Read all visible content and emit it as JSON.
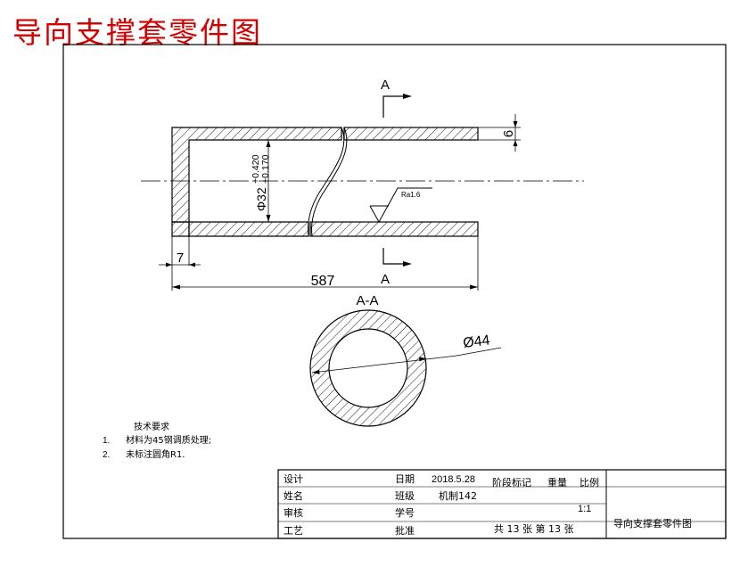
{
  "page_title": "导向支撑套零件图",
  "colors": {
    "title": "#d40000",
    "line": "#000000",
    "background": "#ffffff"
  },
  "section_label": "A",
  "section_view_title": "A-A",
  "dimensions": {
    "length": "587",
    "wall": "6",
    "end_wall": "7",
    "bore_prefix": "Φ32",
    "bore_upper_tol": "+0.420",
    "bore_lower_tol": "+0.170",
    "outer_diameter": "Ø44",
    "roughness": "Ra1.6"
  },
  "tech_requirements": {
    "heading": "技术要求",
    "items": [
      {
        "num": "1.",
        "text": "材料为45钢调质处理;"
      },
      {
        "num": "2.",
        "text": "未标注圆角R1."
      }
    ]
  },
  "title_block": {
    "design": "设计",
    "name": "姓名",
    "review": "审核",
    "process": "工艺",
    "date_label": "日期",
    "date_value": "2018.5.28",
    "class_label": "班级",
    "class_value": "机制142",
    "student_id_label": "学号",
    "approve_label": "批准",
    "stage_mark": "阶段标记",
    "weight": "重量",
    "scale_label": "比例",
    "scale_value": "1:1",
    "sheet_info": "共 13 张 第 13 张",
    "drawing_name": "导向支撑套零件图"
  }
}
